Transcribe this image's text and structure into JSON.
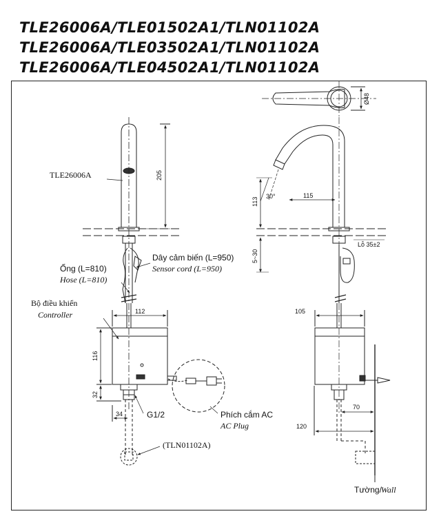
{
  "titles": [
    "TLE26006A/TLE01502A1/TLN01102A",
    "TLE26006A/TLE03502A1/TLN01102A",
    "TLE26006A/TLE04502A1/TLN01102A"
  ],
  "labels": {
    "faucet_model": "TLE26006A",
    "sensor_cord_vi": "Dây cảm biến (L=950)",
    "sensor_cord_en": "Sensor cord (L=950)",
    "hose_vi": "Ống (L=810)",
    "hose_en": "Hose (L=810)",
    "controller_vi": "Bộ điều khiển",
    "controller_en": "Controller",
    "thread": "G1/2",
    "ac_plug_vi": "Phích cắm AC",
    "ac_plug_en": "AC Plug",
    "valve_model": "(TLN01102A)",
    "hole": "Lỗ 35±2",
    "wall_vi": "Tường/",
    "wall_en": "Wall"
  },
  "dimensions": {
    "spout_height": "205",
    "controller_width": "112",
    "controller_height": "116",
    "fitting_height": "32",
    "fitting_offset": "34",
    "spout_angle": "30°",
    "spout_reach": "115",
    "outlet_height": "113",
    "counter_thickness": "5~30",
    "diameter": "Ø48",
    "side_width": "105",
    "wall_offset_70": "70",
    "wall_offset_120": "120"
  }
}
